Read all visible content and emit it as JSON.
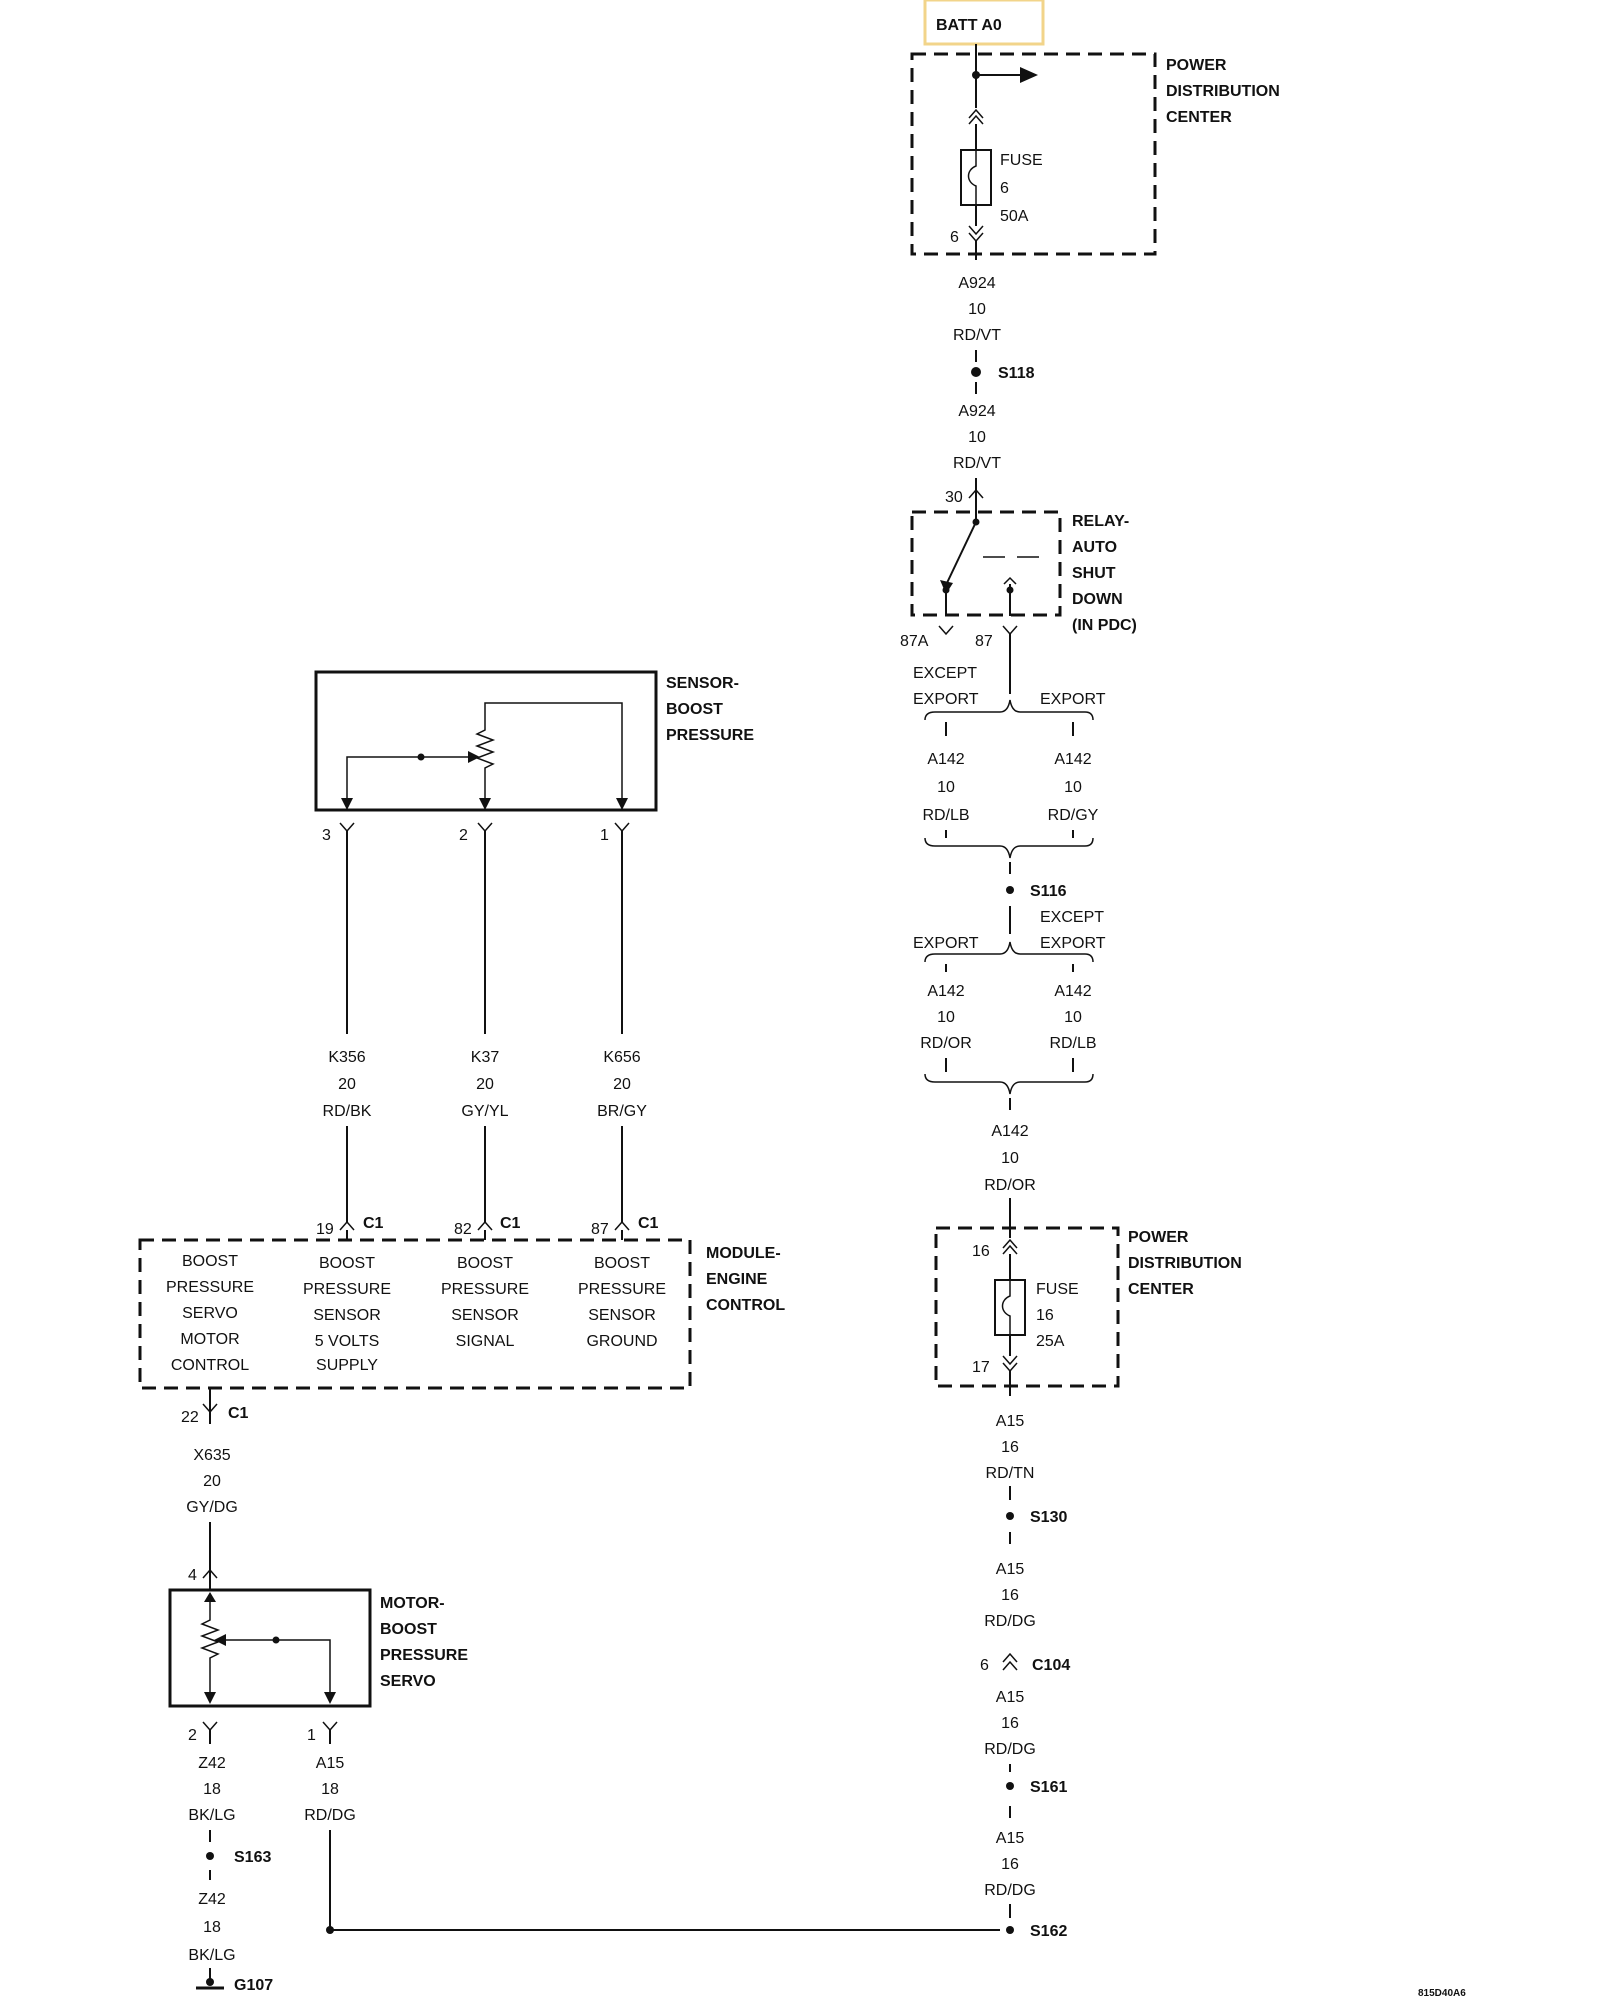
{
  "batt": "BATT A0",
  "pdc_top": {
    "title": [
      "POWER",
      "DISTRIBUTION",
      "CENTER"
    ],
    "fuse": [
      "FUSE",
      "6",
      "50A"
    ],
    "pin": "6"
  },
  "wire_a924_1": [
    "A924",
    "10",
    "RD/VT"
  ],
  "s118": "S118",
  "wire_a924_2": [
    "A924",
    "10",
    "RD/VT"
  ],
  "relay": {
    "title": [
      "RELAY-",
      "AUTO",
      "SHUT",
      "DOWN",
      "(IN PDC)"
    ],
    "pin30": "30",
    "pin87a": "87A",
    "pin87": "87"
  },
  "split1": {
    "left_label": [
      "EXCEPT",
      "EXPORT"
    ],
    "right_label": "EXPORT"
  },
  "wire_a142_lb_1": [
    "A142",
    "10",
    "RD/LB"
  ],
  "wire_a142_gy": [
    "A142",
    "10",
    "RD/GY"
  ],
  "s116": "S116",
  "split2": {
    "left_label": "EXPORT",
    "right_label": [
      "EXCEPT",
      "EXPORT"
    ]
  },
  "wire_a142_or_1": [
    "A142",
    "10",
    "RD/OR"
  ],
  "wire_a142_lb_2": [
    "A142",
    "10",
    "RD/LB"
  ],
  "wire_a142_or_2": [
    "A142",
    "10",
    "RD/OR"
  ],
  "pdc_bottom": {
    "title": [
      "POWER",
      "DISTRIBUTION",
      "CENTER"
    ],
    "fuse": [
      "FUSE",
      "16",
      "25A"
    ],
    "pin_in": "16",
    "pin_out": "17"
  },
  "wire_a15_tn": [
    "A15",
    "16",
    "RD/TN"
  ],
  "s130": "S130",
  "wire_a15_dg_1": [
    "A15",
    "16",
    "RD/DG"
  ],
  "c104": {
    "pin": "6",
    "name": "C104"
  },
  "wire_a15_dg_2": [
    "A15",
    "16",
    "RD/DG"
  ],
  "s161": "S161",
  "wire_a15_dg_3": [
    "A15",
    "16",
    "RD/DG"
  ],
  "s162": "S162",
  "sensor": {
    "title": [
      "SENSOR-",
      "BOOST",
      "PRESSURE"
    ],
    "pins": [
      "3",
      "2",
      "1"
    ]
  },
  "wire_k356": [
    "K356",
    "20",
    "RD/BK"
  ],
  "wire_k37": [
    "K37",
    "20",
    "GY/YL"
  ],
  "wire_k656": [
    "K656",
    "20",
    "BR/GY"
  ],
  "ecm": {
    "title": [
      "MODULE-",
      "ENGINE",
      "CONTROL"
    ],
    "connector": "C1",
    "pins": [
      "19",
      "82",
      "87"
    ],
    "pin_out": "22",
    "functions": [
      [
        "BOOST",
        "PRESSURE",
        "SERVO",
        "MOTOR",
        "CONTROL"
      ],
      [
        "BOOST",
        "PRESSURE",
        "SENSOR",
        "5 VOLTS",
        "SUPPLY"
      ],
      [
        "BOOST",
        "PRESSURE",
        "SENSOR",
        "SIGNAL"
      ],
      [
        "BOOST",
        "PRESSURE",
        "SENSOR",
        "GROUND"
      ]
    ]
  },
  "wire_x635": [
    "X635",
    "20",
    "GY/DG"
  ],
  "motor": {
    "title": [
      "MOTOR-",
      "BOOST",
      "PRESSURE",
      "SERVO"
    ],
    "pin4": "4",
    "pin2": "2",
    "pin1": "1"
  },
  "wire_z42_1": [
    "Z42",
    "18",
    "BK/LG"
  ],
  "wire_a15_18": [
    "A15",
    "18",
    "RD/DG"
  ],
  "s163": "S163",
  "wire_z42_2": [
    "Z42",
    "18",
    "BK/LG"
  ],
  "g107": "G107",
  "figure_id": "815D40A6",
  "colors": {
    "ink": "#111111",
    "batt_border": "#f2d48a"
  }
}
